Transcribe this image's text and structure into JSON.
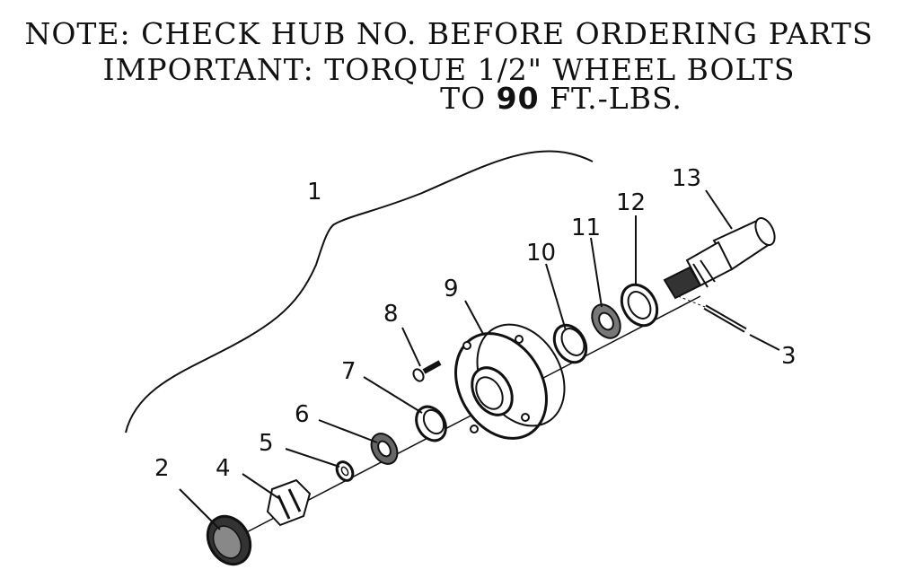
{
  "notes": {
    "line1": "NOTE: CHECK HUB NO. BEFORE ORDERING PARTS",
    "line2": "IMPORTANT: TORQUE 1/2\" WHEEL BOLTS",
    "line3_prefix": "TO ",
    "line3_value": "90",
    "line3_suffix": " FT.-LBS."
  },
  "callouts": {
    "c1": "1",
    "c2": "2",
    "c3": "3",
    "c4": "4",
    "c5": "5",
    "c6": "6",
    "c7": "7",
    "c8": "8",
    "c9": "9",
    "c10": "10",
    "c11": "11",
    "c12": "12",
    "c13": "13"
  }
}
